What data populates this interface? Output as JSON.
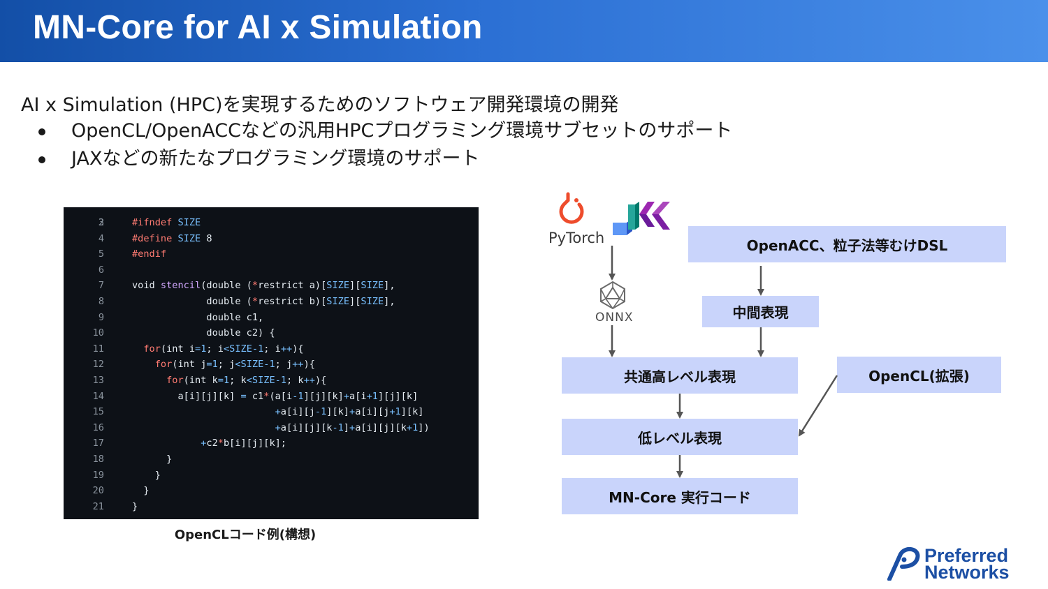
{
  "slide": {
    "title": "MN-Core for AI x Simulation",
    "lead": "AI x Simulation (HPC)を実現するためのソフトウェア開発環境の開発",
    "bullets": [
      "OpenCL/OpenACCなどの汎用HPCプログラミング環境サブセットのサポート",
      "JAXなどの新たなプログラミング環境のサポート"
    ]
  },
  "code_panel": {
    "caption": "OpenCLコード例(構想)",
    "first_partial_line_number": "2",
    "lines": [
      {
        "n": "3",
        "parts": [
          [
            "#ifndef ",
            "kw"
          ],
          [
            "SIZE",
            "nm"
          ]
        ]
      },
      {
        "n": "4",
        "parts": [
          [
            "#define ",
            "kw"
          ],
          [
            "SIZE",
            "nm"
          ],
          [
            " 8",
            ""
          ]
        ]
      },
      {
        "n": "5",
        "parts": [
          [
            "#endif",
            "kw"
          ]
        ]
      },
      {
        "n": "6",
        "parts": []
      },
      {
        "n": "7",
        "parts": [
          [
            "void ",
            ""
          ],
          [
            "stencil",
            "fn"
          ],
          [
            "(double (",
            ""
          ],
          [
            "*",
            "kw"
          ],
          [
            "restrict a)[",
            ""
          ],
          [
            "SIZE",
            "nm"
          ],
          [
            "][",
            ""
          ],
          [
            "SIZE",
            "nm"
          ],
          [
            "],",
            ""
          ]
        ]
      },
      {
        "n": "8",
        "parts": [
          [
            "             double (",
            ""
          ],
          [
            "*",
            "kw"
          ],
          [
            "restrict b)[",
            ""
          ],
          [
            "SIZE",
            "nm"
          ],
          [
            "][",
            ""
          ],
          [
            "SIZE",
            "nm"
          ],
          [
            "],",
            ""
          ]
        ]
      },
      {
        "n": "9",
        "parts": [
          [
            "             double c1,",
            ""
          ]
        ]
      },
      {
        "n": "10",
        "parts": [
          [
            "             double c2) {",
            ""
          ]
        ]
      },
      {
        "n": "11",
        "parts": [
          [
            "  ",
            ""
          ],
          [
            "for",
            "kw"
          ],
          [
            "(int i",
            ""
          ],
          [
            "=1",
            "nm"
          ],
          [
            "; i",
            ""
          ],
          [
            "<SIZE-1",
            "nm"
          ],
          [
            "; i",
            ""
          ],
          [
            "++",
            "nm"
          ],
          [
            "){",
            ""
          ]
        ]
      },
      {
        "n": "12",
        "parts": [
          [
            "    ",
            ""
          ],
          [
            "for",
            "kw"
          ],
          [
            "(int j",
            ""
          ],
          [
            "=1",
            "nm"
          ],
          [
            "; j",
            ""
          ],
          [
            "<SIZE-1",
            "nm"
          ],
          [
            "; j",
            ""
          ],
          [
            "++",
            "nm"
          ],
          [
            "){",
            ""
          ]
        ]
      },
      {
        "n": "13",
        "parts": [
          [
            "      ",
            ""
          ],
          [
            "for",
            "kw"
          ],
          [
            "(int k",
            ""
          ],
          [
            "=1",
            "nm"
          ],
          [
            "; k",
            ""
          ],
          [
            "<SIZE-1",
            "nm"
          ],
          [
            "; k",
            ""
          ],
          [
            "++",
            "nm"
          ],
          [
            "){",
            ""
          ]
        ]
      },
      {
        "n": "14",
        "parts": [
          [
            "        a[i][j][k] ",
            ""
          ],
          [
            "=",
            "nm"
          ],
          [
            " c1",
            ""
          ],
          [
            "*",
            "kw"
          ],
          [
            "(a[i",
            ""
          ],
          [
            "-1",
            "nm"
          ],
          [
            "][j][k]",
            ""
          ],
          [
            "+",
            "nm"
          ],
          [
            "a[i",
            ""
          ],
          [
            "+1",
            "nm"
          ],
          [
            "][j][k]",
            ""
          ]
        ]
      },
      {
        "n": "15",
        "parts": [
          [
            "                         ",
            ""
          ],
          [
            "+",
            "nm"
          ],
          [
            "a[i][j",
            ""
          ],
          [
            "-1",
            "nm"
          ],
          [
            "][k]",
            ""
          ],
          [
            "+",
            "nm"
          ],
          [
            "a[i][j",
            ""
          ],
          [
            "+1",
            "nm"
          ],
          [
            "][k]",
            ""
          ]
        ]
      },
      {
        "n": "16",
        "parts": [
          [
            "                         ",
            ""
          ],
          [
            "+",
            "nm"
          ],
          [
            "a[i][j][k",
            ""
          ],
          [
            "-1",
            "nm"
          ],
          [
            "]",
            ""
          ],
          [
            "+",
            "nm"
          ],
          [
            "a[i][j][k",
            ""
          ],
          [
            "+1",
            "nm"
          ],
          [
            "])",
            ""
          ]
        ]
      },
      {
        "n": "17",
        "parts": [
          [
            "            ",
            ""
          ],
          [
            "+",
            "nm"
          ],
          [
            "c2",
            ""
          ],
          [
            "*",
            "kw"
          ],
          [
            "b[i][j][k];",
            ""
          ]
        ]
      },
      {
        "n": "18",
        "parts": [
          [
            "      }",
            ""
          ]
        ]
      },
      {
        "n": "19",
        "parts": [
          [
            "    }",
            ""
          ]
        ]
      },
      {
        "n": "20",
        "parts": [
          [
            "  }",
            ""
          ]
        ]
      },
      {
        "n": "21",
        "parts": [
          [
            "}",
            ""
          ]
        ]
      }
    ]
  },
  "diagram": {
    "frameworks": {
      "pytorch": "PyTorch",
      "onnx": "ONNX"
    },
    "boxes": {
      "dsl": "OpenACC、粒子法等むけDSL",
      "intermediate": "中間表現",
      "common": "共通高レベル表現",
      "opencl": "OpenCL(拡張)",
      "low": "低レベル表現",
      "exec": "MN-Core 実行コード"
    }
  },
  "brand": {
    "line1": "Preferred",
    "line2": "Networks"
  }
}
